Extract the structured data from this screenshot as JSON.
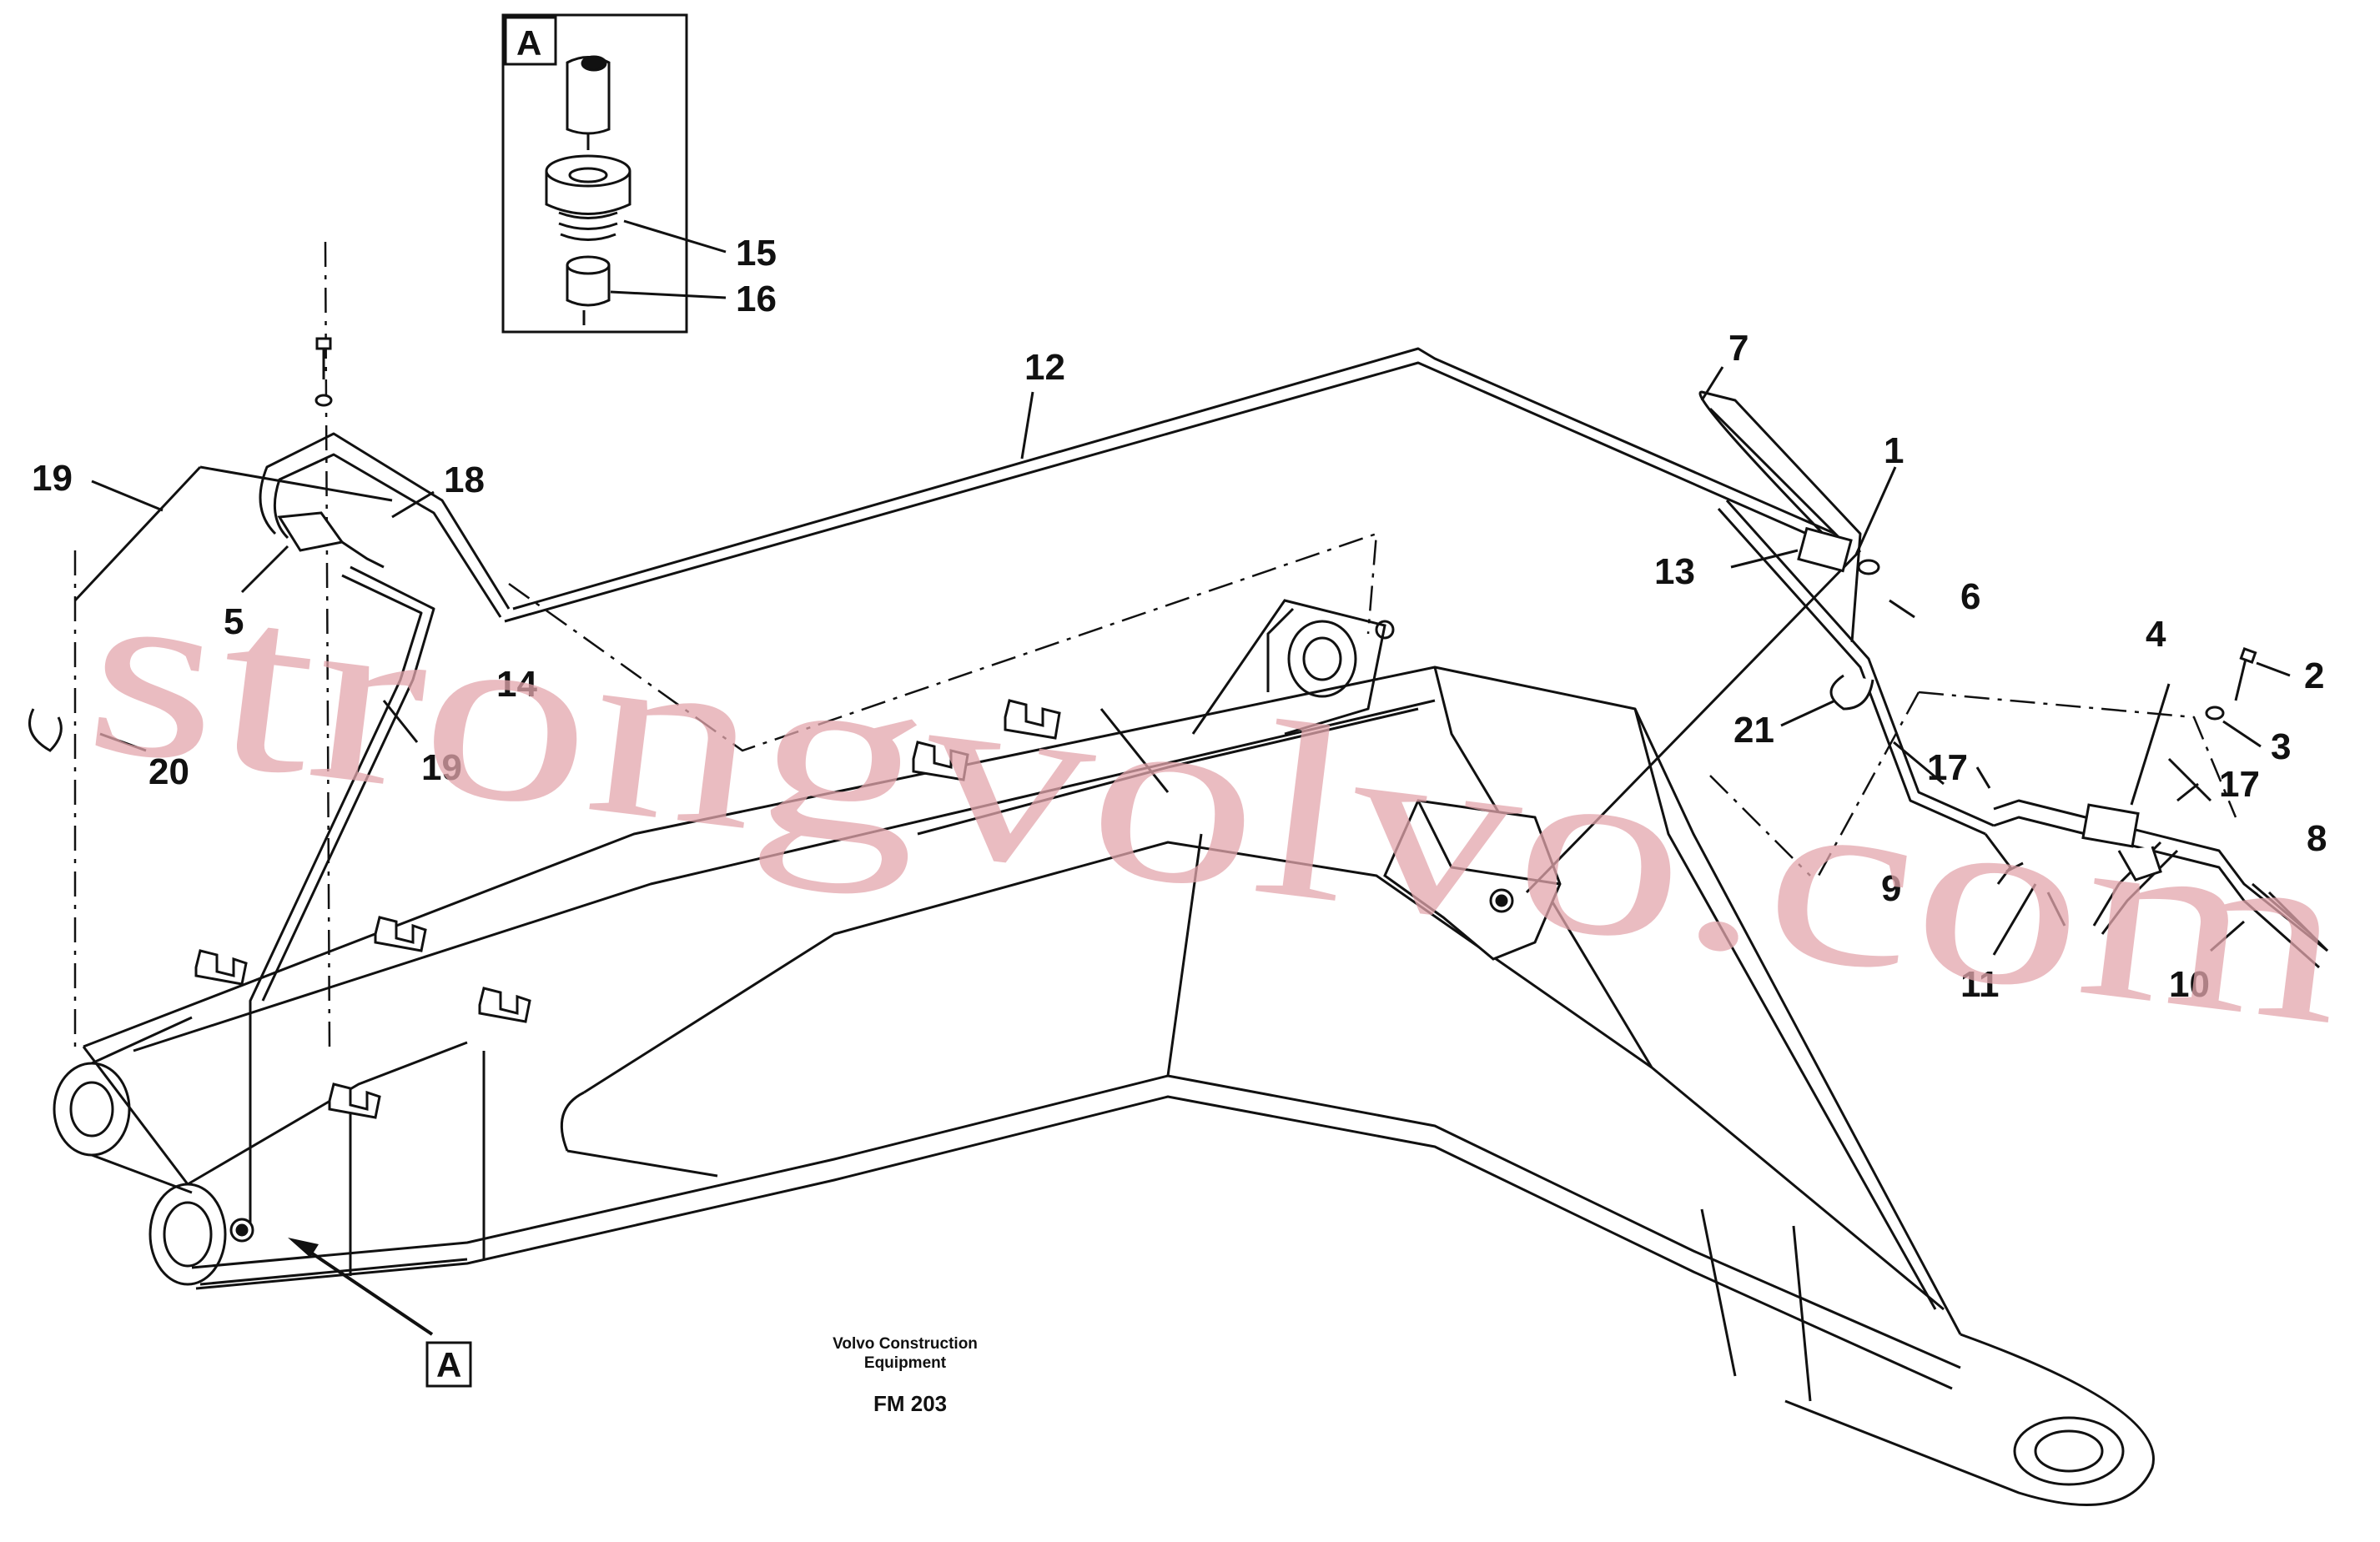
{
  "diagram": {
    "callouts": [
      "1",
      "2",
      "3",
      "4",
      "5",
      "6",
      "7",
      "8",
      "9",
      "10",
      "11",
      "12",
      "13",
      "14",
      "15",
      "16",
      "17",
      "17",
      "18",
      "19",
      "19",
      "20",
      "21"
    ],
    "detail_box_label": "A",
    "view_arrow_label": "A",
    "caption": {
      "company_line1": "Volvo Construction",
      "company_line2": "Equipment",
      "code": "FM 203"
    },
    "watermark": "strongvolvo.com"
  }
}
